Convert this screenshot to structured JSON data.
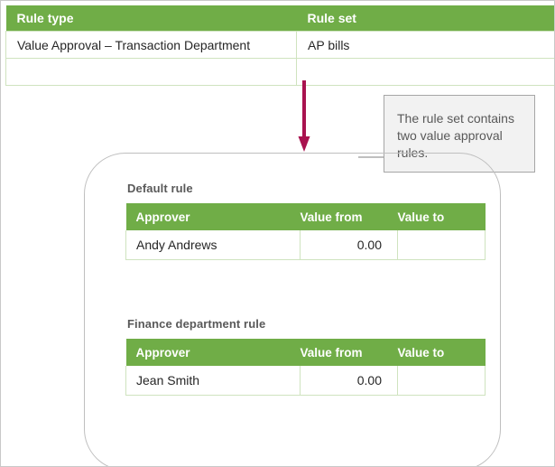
{
  "top_table": {
    "headers": [
      "Rule type",
      "Rule set"
    ],
    "rows": [
      [
        "Value Approval – Transaction Department",
        "AP bills"
      ],
      [
        "",
        ""
      ]
    ]
  },
  "callout": {
    "text": "The rule set contains two value approval rules."
  },
  "rule_groups": [
    {
      "title": "Default rule",
      "headers": [
        "Approver",
        "Value from",
        "Value to"
      ],
      "rows": [
        {
          "approver": "Andy Andrews",
          "value_from": "0.00",
          "value_to": ""
        }
      ]
    },
    {
      "title": "Finance department rule",
      "headers": [
        "Approver",
        "Value from",
        "Value to"
      ],
      "rows": [
        {
          "approver": "Jean Smith",
          "value_from": "0.00",
          "value_to": ""
        }
      ]
    }
  ],
  "colors": {
    "header_green": "#70ad47",
    "table_border_green": "#cfe3bf",
    "arrow_crimson": "#a9124f",
    "callout_bg": "#f2f2f2",
    "callout_border": "#a6a6a6",
    "container_border": "#bfbfbf"
  },
  "icons": {
    "arrow": "down-arrow-icon"
  }
}
